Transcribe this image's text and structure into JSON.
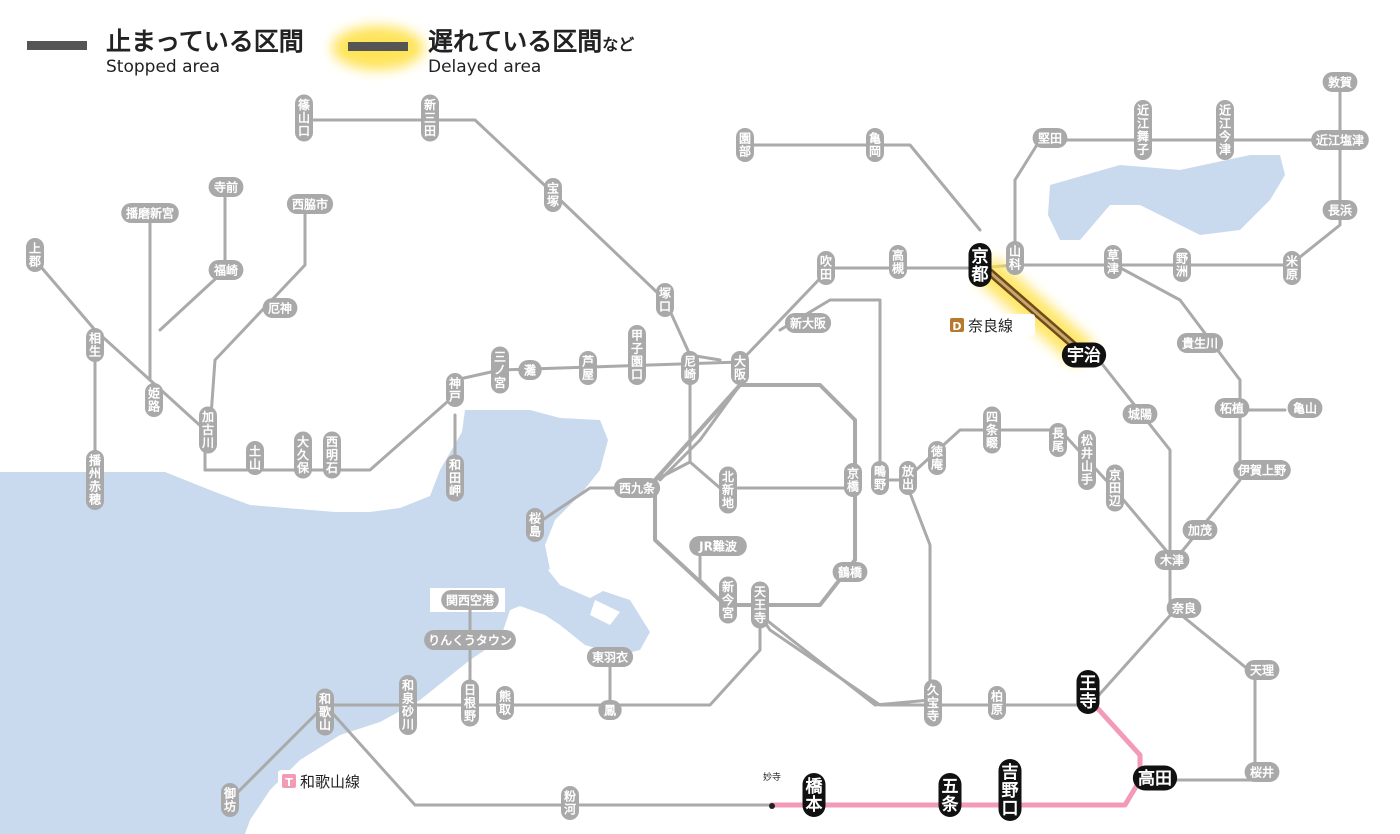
{
  "legend": {
    "stopped_title": "止まっている区間",
    "stopped_sub": "Stopped area",
    "delayed_title": "遅れている区間",
    "delayed_title_suffix": "など",
    "delayed_sub": "Delayed area",
    "stopped_color": "#555555",
    "delayed_color": "#555555",
    "delayed_glow_color": "#FFE45A"
  },
  "colors": {
    "sea": "#C9D9EE",
    "track": "#AAAAAA",
    "station": "#A9A9A9",
    "highlight_station": "#111111",
    "nara_line": "#6E4A1C",
    "wakayama_line": "#F29AB6",
    "glow": "#FFE45A"
  },
  "lines": {
    "nara": {
      "badge": "D",
      "name": "奈良線",
      "badge_color": "#B7792D"
    },
    "wakayama": {
      "badge": "T",
      "name": "和歌山線",
      "badge_color": "#F29AB6"
    }
  },
  "stations": {
    "kyoto": "京都",
    "uji": "宇治",
    "ouji": "王寺",
    "takada": "高田",
    "yoshinoguchi": "吉野口",
    "gojo": "五条",
    "hashimoto": "橋本",
    "myoji": "妙寺",
    "sasayamaguchi": "篠山口",
    "shinsanda": "新三田",
    "takarazuka": "宝塚",
    "sonobe": "園部",
    "kameoka": "亀岡",
    "katata": "堅田",
    "omimaiko": "近江舞子",
    "omiimazu": "近江今津",
    "tsuruga": "敦賀",
    "omishiotsu": "近江塩津",
    "nagahama": "長浜",
    "maibara": "米原",
    "yasu": "野洲",
    "kusatsu": "草津",
    "yamashina": "山科",
    "takatsuki": "高槻",
    "suita": "吹田",
    "tsukaguchi": "塚口",
    "shinosaka": "新大阪",
    "osaka": "大阪",
    "amagasaki": "尼崎",
    "koshienguchi": "甲子園口",
    "ashiya": "芦屋",
    "nada": "灘",
    "sannomiya": "三ノ宮",
    "kobe": "神戸",
    "wadamisaki": "和田岬",
    "nishiakashi": "西明石",
    "okubo": "大久保",
    "tsuchiyama": "土山",
    "kakogawa": "加古川",
    "yakujin": "厄神",
    "nishiwakishi": "西脇市",
    "teramae": "寺前",
    "fukusaki": "福崎",
    "harimashingu": "播磨新宮",
    "himeji": "姫路",
    "kamigori": "上郡",
    "aioi": "相生",
    "banshuako": "播州赤穂",
    "nishikujo": "西九条",
    "sakurajima": "桜島",
    "kitashinchi": "北新地",
    "kyobashi": "京橋",
    "hanaten": "放出",
    "shigino": "鴫野",
    "tsuruhashi": "鶴橋",
    "tennoji": "天王寺",
    "shinimamiya": "新今宮",
    "jrnamba": "JR難波",
    "shijonawate": "四条畷",
    "tokuan": "徳庵",
    "nagao": "長尾",
    "matsuiyamate": "松井山手",
    "kyotanabe": "京田辺",
    "kizu": "木津",
    "joyo": "城陽",
    "nara": "奈良",
    "kamo": "加茂",
    "igaueno": "伊賀上野",
    "tsuge": "柘植",
    "kameyama": "亀山",
    "kibukawa": "貴生川",
    "tenri": "天理",
    "sakurai": "桜井",
    "kyuhoji": "久宝寺",
    "kashiwara": "柏原",
    "kansaikuko": "関西空港",
    "rinkutown": "りんくうタウン",
    "higashihagoromo": "東羽衣",
    "otori": "鳳",
    "kumatori": "熊取",
    "hineno": "日根野",
    "izumisunagawa": "和泉砂川",
    "wakayama": "和歌山",
    "gobo": "御坊",
    "kokawa": "粉河"
  }
}
